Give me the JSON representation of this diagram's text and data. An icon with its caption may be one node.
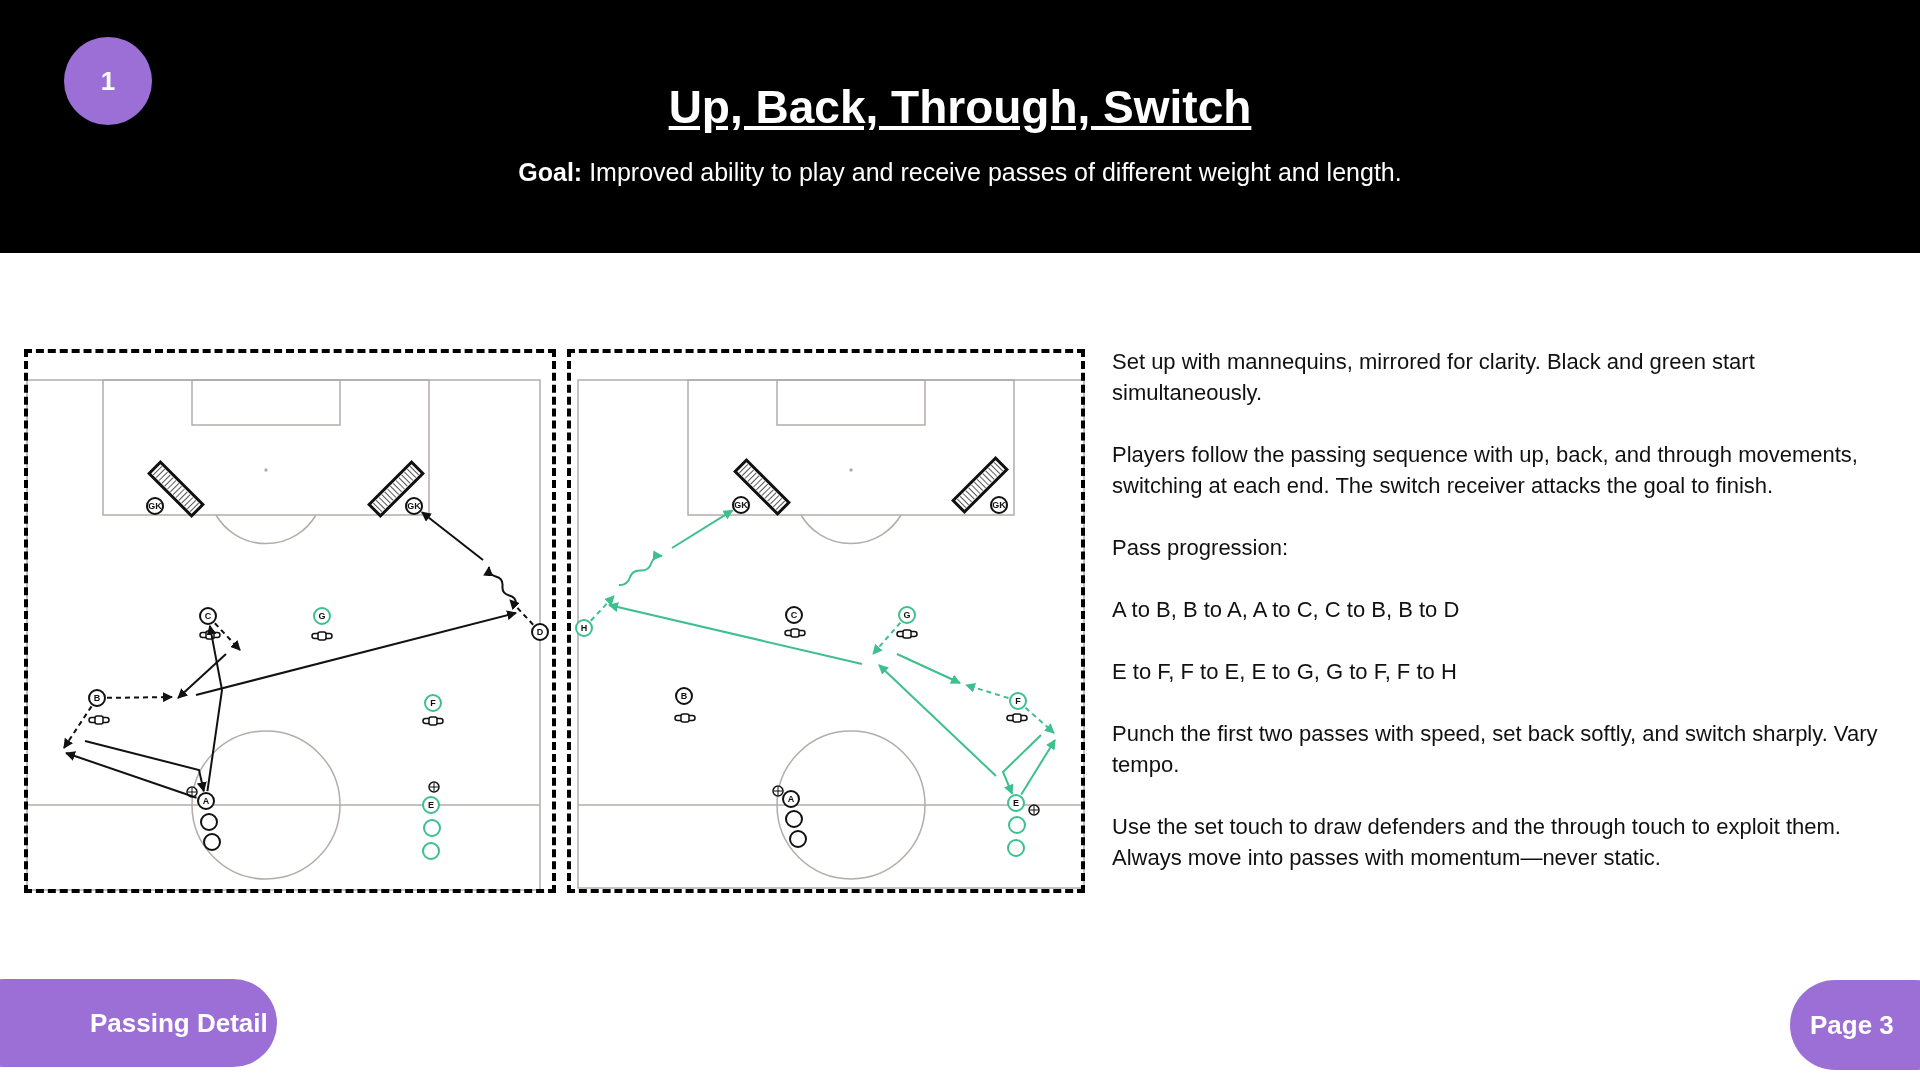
{
  "diagram": {
    "title": "Up, Back, Through, Switch",
    "nodes": [
      {
        "text": [
          "1"
        ]
      },
      {
        "text": [],
        "shape": "box"
      },
      {
        "text": [
          "GK"
        ],
        "in": 1
      },
      {
        "text": [
          "GK"
        ],
        "in": 1
      },
      {
        "text": [
          "C"
        ],
        "in": 1
      },
      {
        "text": [
          "G"
        ],
        "in": 1
      },
      {
        "text": [
          "D"
        ],
        "in": 1
      },
      {
        "text": [
          "B"
        ],
        "in": 1
      },
      {
        "text": [
          "F"
        ],
        "in": 1
      },
      {
        "text": [
          "A"
        ],
        "in": 1
      },
      {
        "text": [
          "E"
        ],
        "in": 1
      },
      {
        "text": [],
        "shape": "circle",
        "in": 1
      },
      {
        "text": [],
        "shape": "circle",
        "in": 1
      },
      {
        "text": [],
        "shape": "circle",
        "in": 1
      },
      {
        "text": [],
        "shape": "circle",
        "in": 1
      },
      {
        "text": [],
        "shape": "box"
      },
      {
        "text": [
          "GK"
        ],
        "in": 15
      },
      {
        "text": [
          "GK"
        ],
        "in": 15
      },
      {
        "text": [
          "H"
        ],
        "in": 15
      },
      {
        "text": [
          "C"
        ],
        "in": 15
      },
      {
        "text": [
          "G"
        ],
        "in": 15
      },
      {
        "text": [
          "B"
        ],
        "in": 15
      },
      {
        "text": [
          "F"
        ],
        "in": 15
      },
      {
        "text": [
          "A"
        ],
        "in": 15
      },
      {
        "text": [
          "E"
        ],
        "in": 15
      },
      {
        "text": [],
        "shape": "circle",
        "in": 15
      },
      {
        "text": [],
        "shape": "circle",
        "in": 15
      },
      {
        "text": [],
        "shape": "circle",
        "in": 15
      },
      {
        "text": [],
        "shape": "circle",
        "in": 15
      },
      {
        "text": [
          "Passing Detail"
        ]
      },
      {
        "text": [
          "Page 3"
        ]
      }
    ],
    "edges": [
      {
        "from": 9,
        "to": null,
        "arrow": "to"
      },
      {
        "from": 7,
        "to": null,
        "arrow": "to",
        "style": "dashed"
      },
      {
        "from": 4,
        "to": null,
        "arrow": "to",
        "style": "dashed"
      },
      {
        "from": 9,
        "to": 4,
        "arrow": "to"
      },
      {
        "from": 7,
        "to": null,
        "arrow": "to",
        "style": "dashed"
      },
      {
        "from": null,
        "to": 9,
        "arrow": "to"
      },
      {
        "from": 6,
        "to": null,
        "arrow": "to",
        "style": "dashed"
      },
      {
        "from": null,
        "to": 3,
        "arrow": "to"
      },
      {
        "from": 24,
        "to": null,
        "arrow": "to",
        "color": "#3dbf8e"
      },
      {
        "from": 22,
        "to": null,
        "arrow": "to",
        "style": "dashed",
        "color": "#3dbf8e"
      },
      {
        "from": null,
        "to": 24,
        "arrow": "to",
        "color": "#3dbf8e"
      },
      {
        "from": 20,
        "to": null,
        "arrow": "to",
        "style": "dashed",
        "color": "#3dbf8e"
      },
      {
        "from": 22,
        "to": null,
        "arrow": "to",
        "style": "dashed",
        "color": "#3dbf8e"
      },
      {
        "from": 18,
        "to": null,
        "arrow": "to",
        "style": "dashed",
        "color": "#3dbf8e"
      },
      {
        "from": null,
        "to": 16,
        "arrow": "to",
        "color": "#3dbf8e"
      }
    ],
    "labels": [
      "**Goal:** Improved ability to play and receive passes of different weight and length.",
      "Set up with mannequins, mirrored for clarity. Black and green start simultaneously.",
      "Players follow the passing sequence with up, back, and through movements, switching at each end. The switch receiver attacks the goal to finish.",
      "Pass progression:",
      "A to B, B to A, A to C, C to B, B to D",
      "E to F, F to E, E to G, G to F, F to H",
      "Punch the first two passes with speed, set back softly, and switch sharply. Vary tempo.",
      "Use the set touch to draw defenders and the through touch to exploit them. Always move into passes with momentum—never static."
    ]
  }
}
